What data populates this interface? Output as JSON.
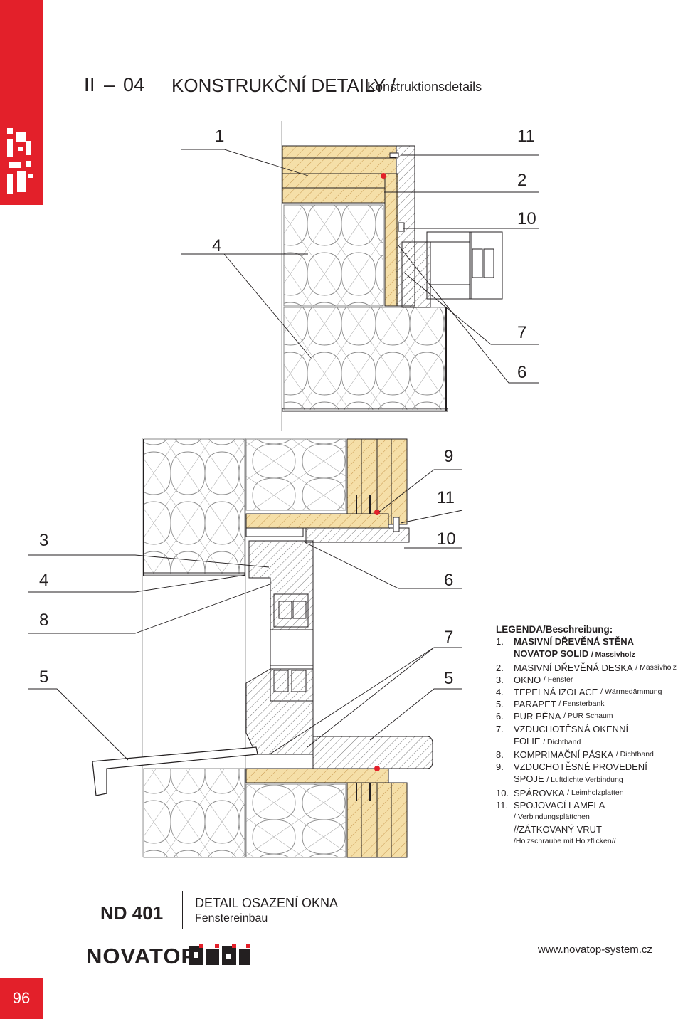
{
  "header": {
    "section_number": "II",
    "dash": "–",
    "section_code": "04",
    "title": "KONSTRUKČNÍ DETAILY /",
    "subtitle": "Konstruktionsdetails"
  },
  "callouts": {
    "top_left": [
      "1",
      "4"
    ],
    "top_right": [
      "11",
      "2",
      "10",
      "7",
      "6"
    ],
    "bottom_left": [
      "3",
      "4",
      "8",
      "5"
    ],
    "bottom_right": [
      "9",
      "11",
      "10",
      "6",
      "7",
      "5"
    ]
  },
  "legend": {
    "title": "LEGENDA/Beschreibung:",
    "items": [
      {
        "num": "1.",
        "cz": "MASIVNÍ DŘEVĚNÁ STĚNA",
        "cz2": "NOVATOP SOLID",
        "de": "/ Massivholz"
      },
      {
        "num": "2.",
        "cz": "MASIVNÍ DŘEVĚNÁ DESKA",
        "de": "/ Massivholz"
      },
      {
        "num": "3.",
        "cz": "OKNO",
        "de": "/ Fenster"
      },
      {
        "num": "4.",
        "cz": "TEPELNÁ IZOLACE",
        "de": "/ Wärmedämmung"
      },
      {
        "num": "5.",
        "cz": "PARAPET",
        "de": "/ Fensterbank"
      },
      {
        "num": "6.",
        "cz": "PUR PĚNA",
        "de": "/ PUR Schaum"
      },
      {
        "num": "7.",
        "cz": "VZDUCHOTĚSNÁ OKENNÍ",
        "cz2": "FOLIE",
        "de": "/ Dichtband"
      },
      {
        "num": "8.",
        "cz": "KOMPRIMAČNÍ PÁSKA",
        "de": "/ Dichtband"
      },
      {
        "num": "9.",
        "cz": "VZDUCHOTĚSNÉ PROVEDENÍ",
        "cz2": "SPOJE",
        "de": "/ Luftdichte Verbindung"
      },
      {
        "num": "10.",
        "cz": "SPÁROVKA",
        "de": "/ Leimholzplatten"
      },
      {
        "num": "11.",
        "cz": "SPOJOVACÍ LAMELA",
        "de": "/ Verbindungsplättchen",
        "cz2": "//ZÁTKOVANÝ VRUT",
        "de2": "/Holzschraube mit Holzflicken//"
      }
    ]
  },
  "footer": {
    "detail_code": "ND 401",
    "detail_title": "DETAIL OSAZENÍ OKNA",
    "detail_subtitle": "Fenstereinbau",
    "brand": "NOVATOP",
    "website": "www.novatop-system.cz",
    "page_number": "96"
  },
  "colors": {
    "brand_red": "#e3202a",
    "timber": "#f5dfa8",
    "timber_line": "#c99a52",
    "marker_red": "#e3202a",
    "line": "#231f20"
  }
}
